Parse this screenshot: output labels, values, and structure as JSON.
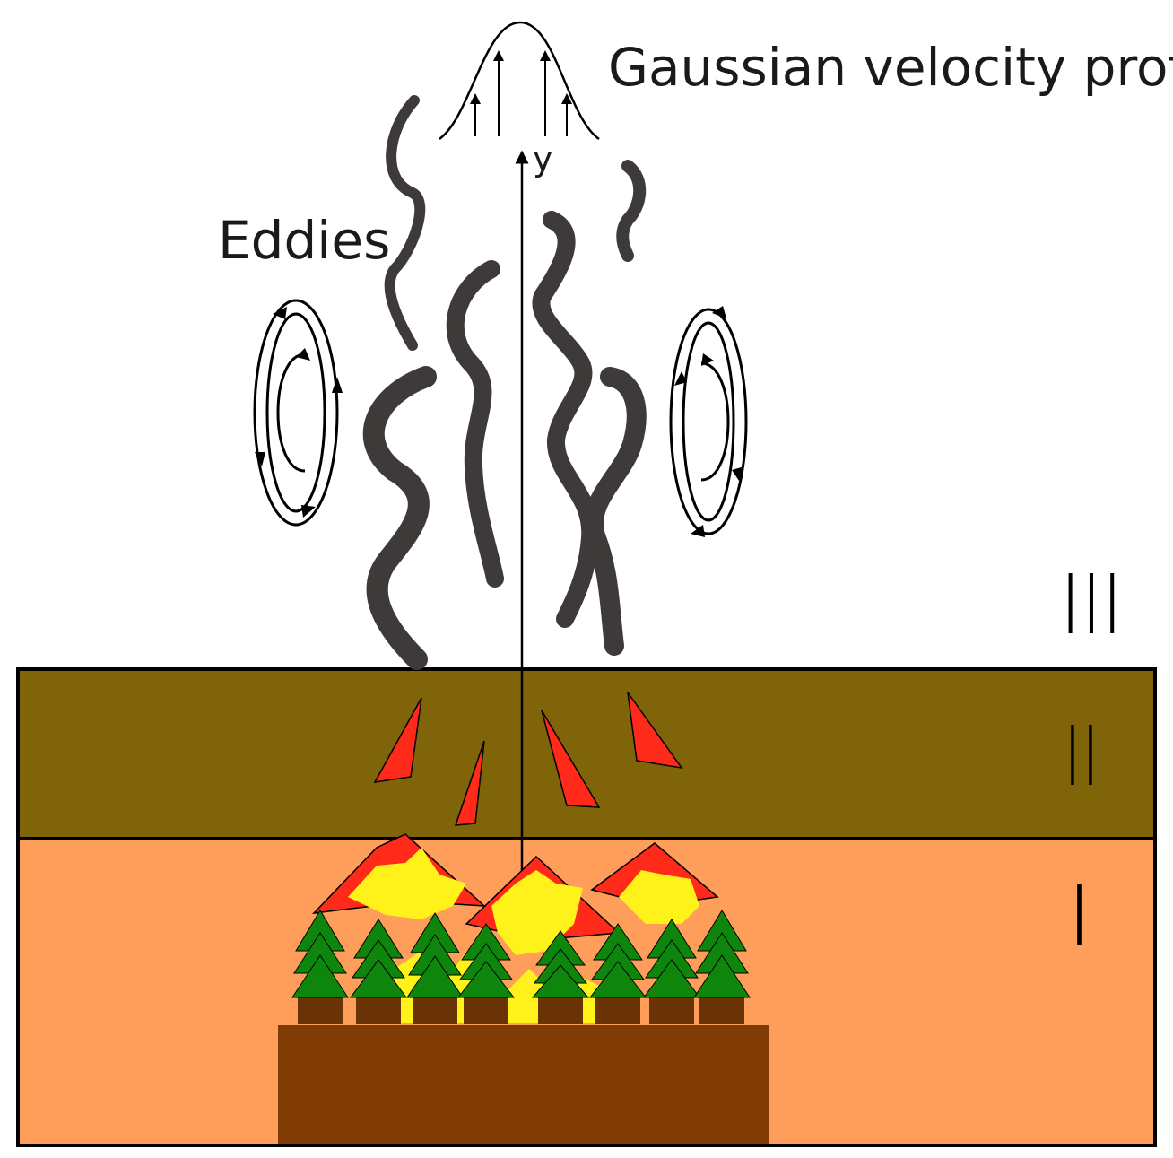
{
  "labels": {
    "profile": "Gaussian velocity profile",
    "axis": "y",
    "eddies": "Eddies"
  },
  "zones": {
    "upper": "III",
    "middle": "II",
    "lower": "I"
  },
  "colors": {
    "zone_I": "#FF9E5A",
    "zone_II": "#7F6409",
    "ground": "#803A04",
    "smoke": "#3f3a3a",
    "ember": "#FF2A1A",
    "flame_outer": "#FF2A1A",
    "flame_inner": "#FFF21A",
    "tree": "#0E860E",
    "trunk": "#6A3306"
  }
}
